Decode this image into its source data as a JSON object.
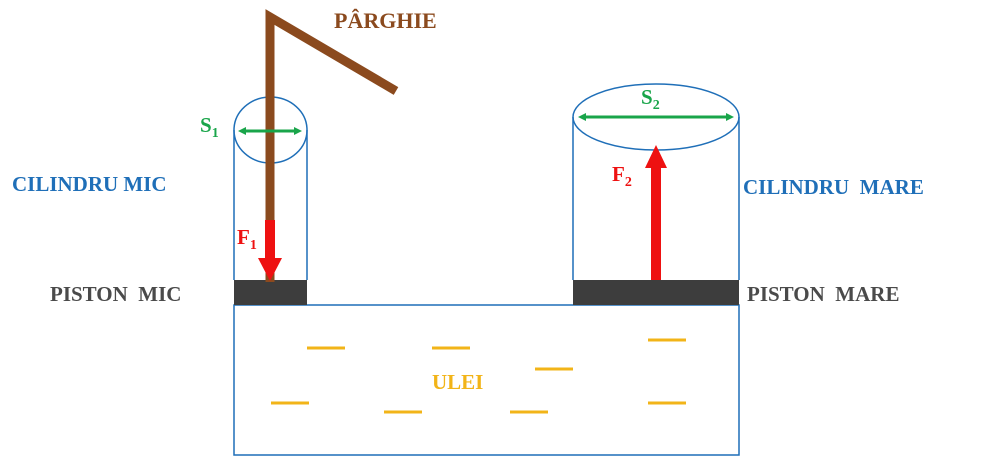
{
  "colors": {
    "outline": "#1f6fb8",
    "lever": "#8b4a1e",
    "piston": "#3d3d3d",
    "force": "#ee1111",
    "area": "#19a54a",
    "oil": "#f2b418",
    "cylinder_label": "#1f6fb8",
    "piston_label": "#4a4a4a"
  },
  "labels": {
    "lever": "PÂRGHIE",
    "small_cylinder": "CILINDRU MIC",
    "large_cylinder": "CILINDRU  MARE",
    "small_piston": "PISTON  MIC",
    "large_piston": "PISTON  MARE",
    "oil": "ULEI",
    "f1": {
      "letter": "F",
      "sub": "1"
    },
    "f2": {
      "letter": "F",
      "sub": "2"
    },
    "s1": {
      "letter": "S",
      "sub": "1"
    },
    "s2": {
      "letter": "S",
      "sub": "2"
    }
  },
  "icons": {
    "lever": "lever-icon",
    "force_f1": "arrow-down-icon",
    "force_f2": "arrow-up-icon",
    "area_s1": "double-arrow-icon",
    "area_s2": "double-arrow-icon"
  }
}
